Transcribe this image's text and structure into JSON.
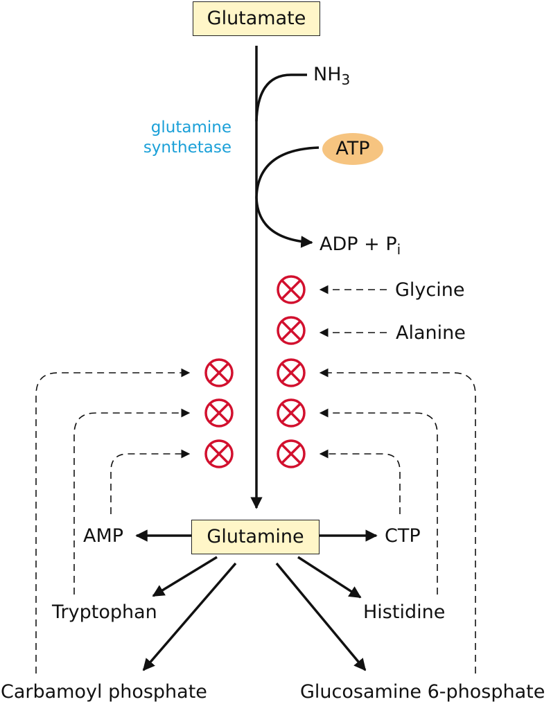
{
  "substrate": "Glutamate",
  "product": "Glutamine",
  "enzyme": {
    "line1": "glutamine",
    "line2": "synthetase"
  },
  "cofactors": {
    "nh3": "NH",
    "nh3_sub": "3",
    "atp": "ATP",
    "adp": "ADP + P",
    "adp_sub": "i"
  },
  "inhibitors": {
    "glycine": "Glycine",
    "alanine": "Alanine"
  },
  "end_products": {
    "amp": "AMP",
    "ctp": "CTP",
    "tryptophan": "Tryptophan",
    "histidine": "Histidine",
    "carbamoyl": "Carbamoyl phosphate",
    "glucosamine": "Glucosamine 6-phosphate"
  },
  "colors": {
    "box_fill": "#fff6c8",
    "enzyme_text": "#1ba0d8",
    "atp_fill": "#f6c480",
    "inhibit_symbol": "#d2102e",
    "arrow": "#111111"
  }
}
